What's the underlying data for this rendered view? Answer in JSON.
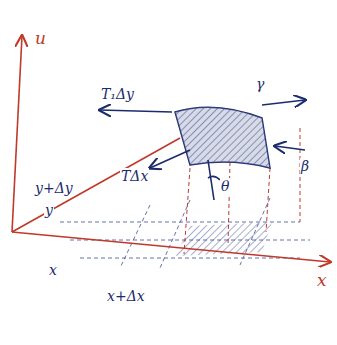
{
  "diagram": {
    "labels": [
      "u",
      "T₁Δy",
      "y+Δy",
      "y",
      "TΔx",
      "θ",
      "γ",
      "β",
      "x",
      "x+Δx",
      "x"
    ]
  }
}
